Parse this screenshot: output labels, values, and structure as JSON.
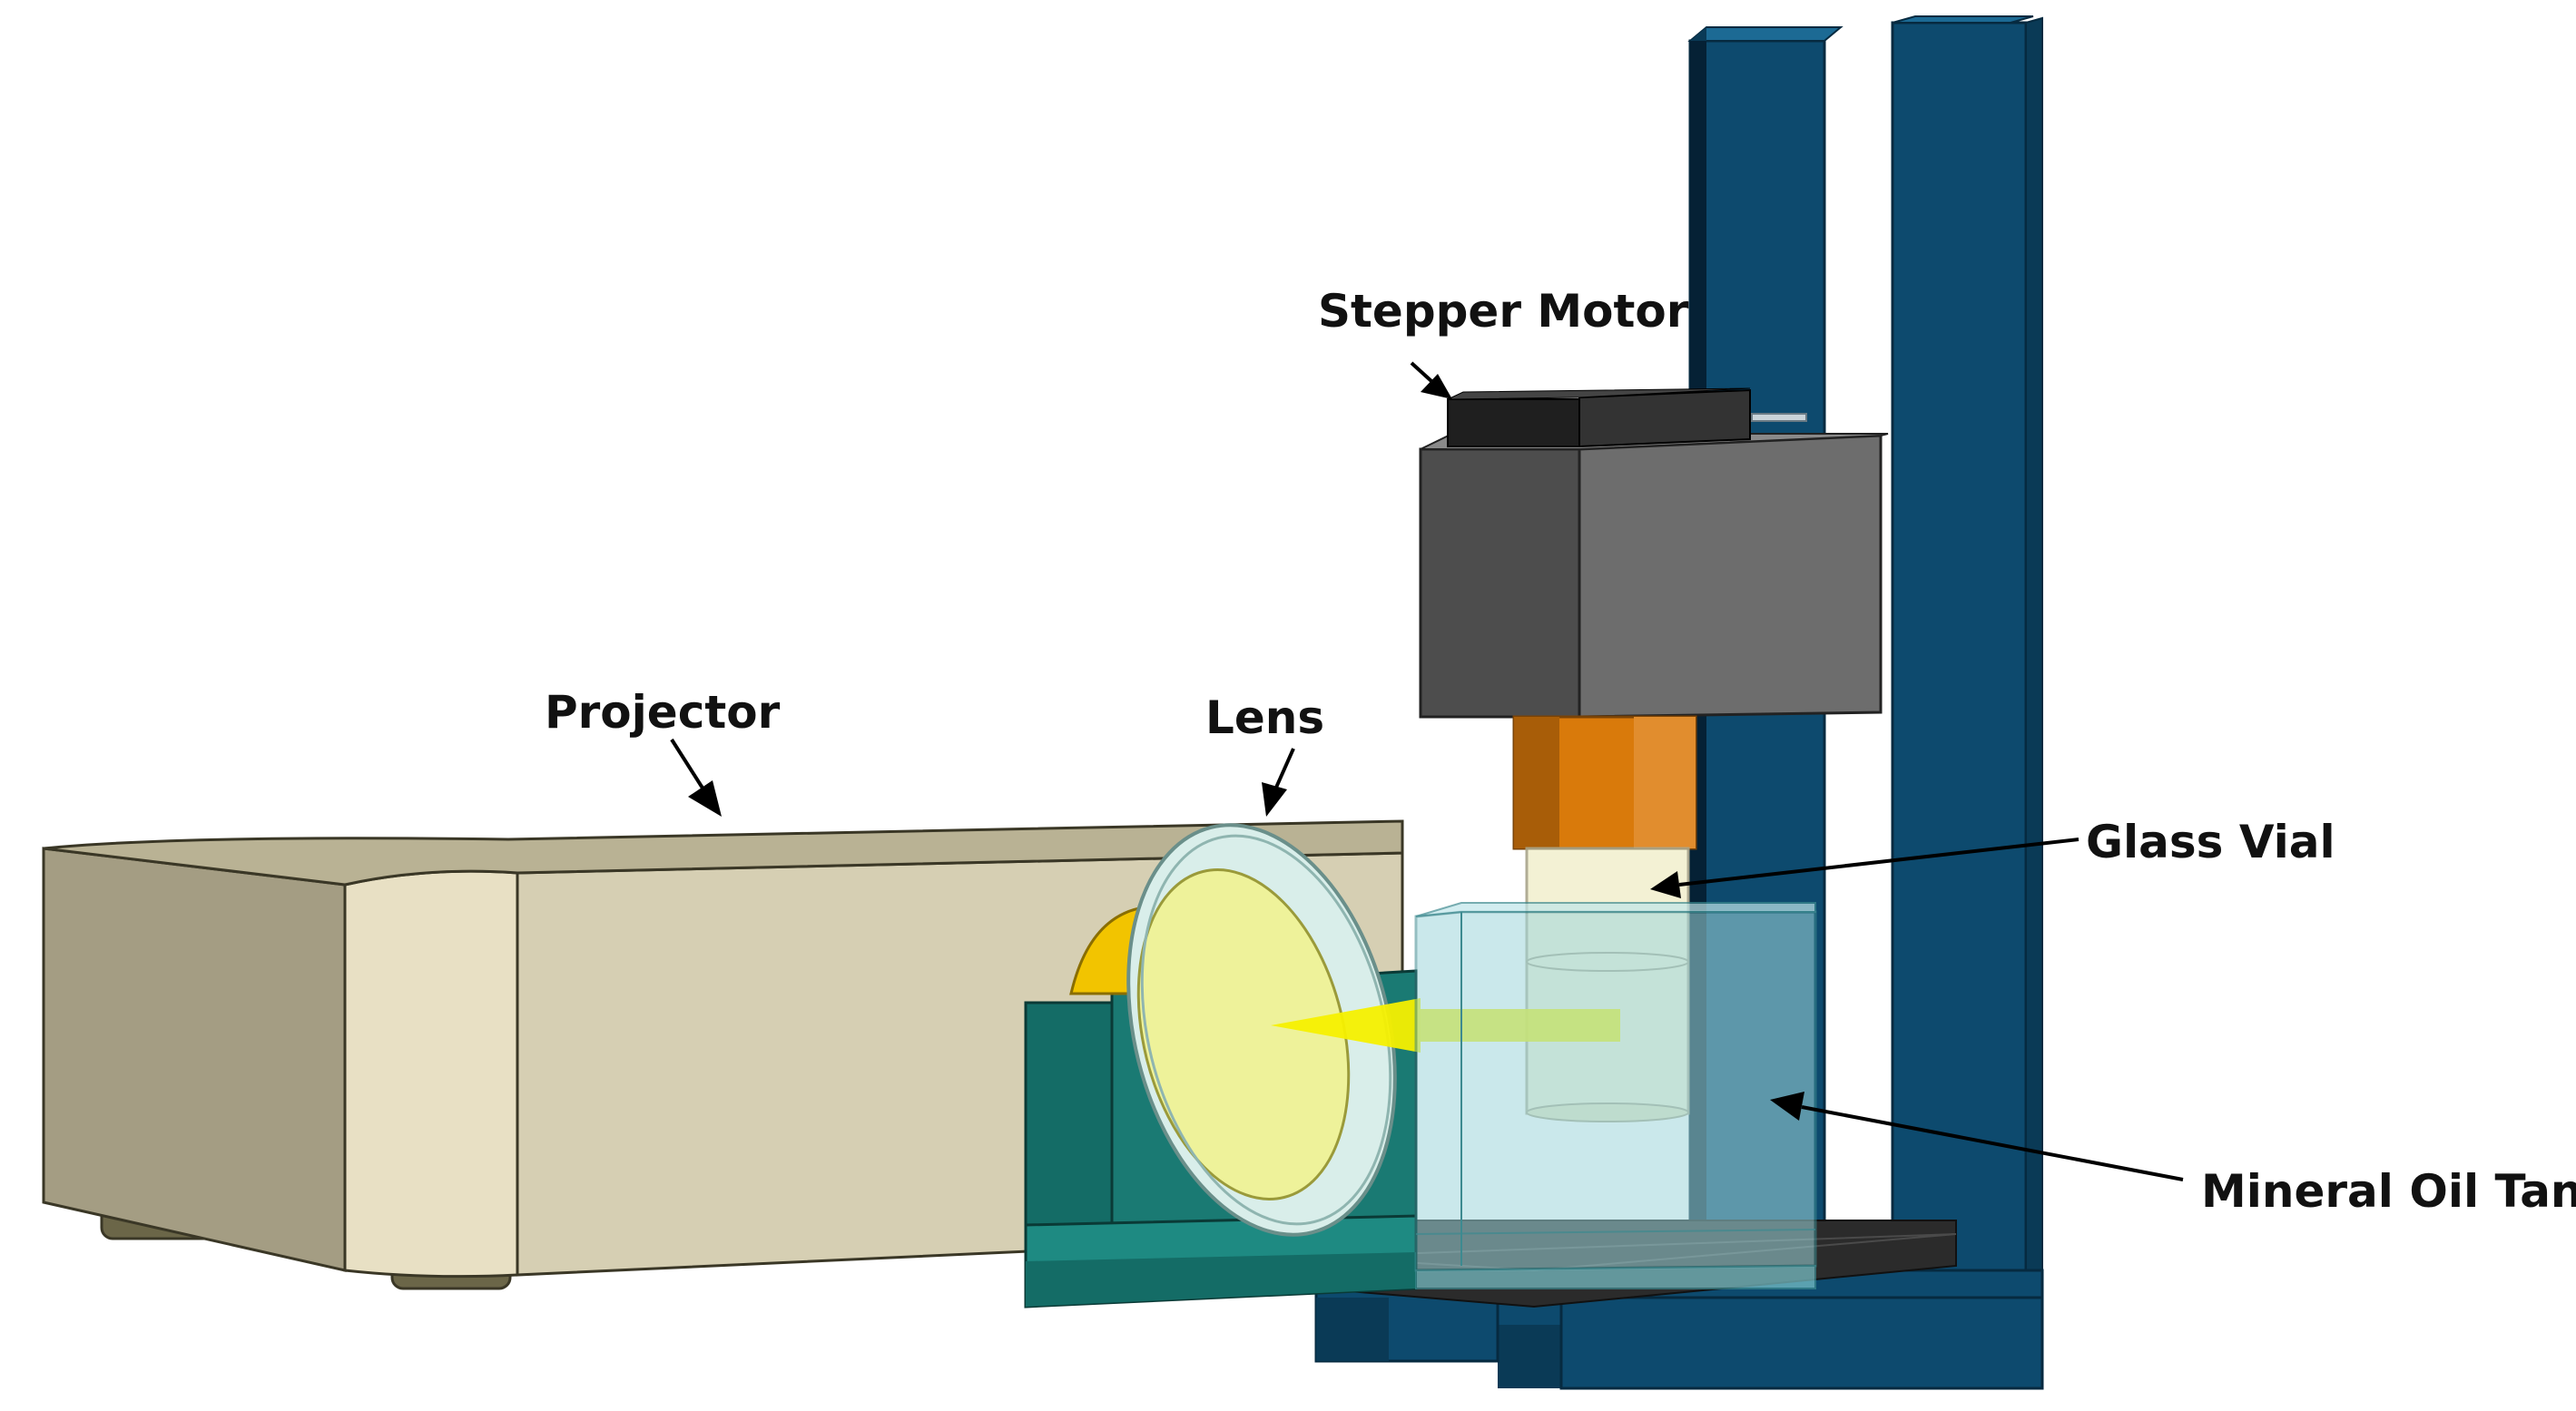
{
  "labels": {
    "projector": "Projector",
    "lens": "Lens",
    "stepper_motor": "Stepper Motor",
    "glass_vial": "Glass Vial",
    "mineral_oil_tank": "Mineral Oil Tank"
  },
  "colors": {
    "projector_body": "#d4cdb0",
    "projector_side": "#9a927a",
    "frame_blue": "#0d4a6e",
    "lens_holder": "#1a7a73",
    "motor_housing": "#5d5d5d",
    "coupler": "#d97a0b",
    "light_beam": "#f5f000",
    "tank_glass": "#9fd7dc"
  }
}
